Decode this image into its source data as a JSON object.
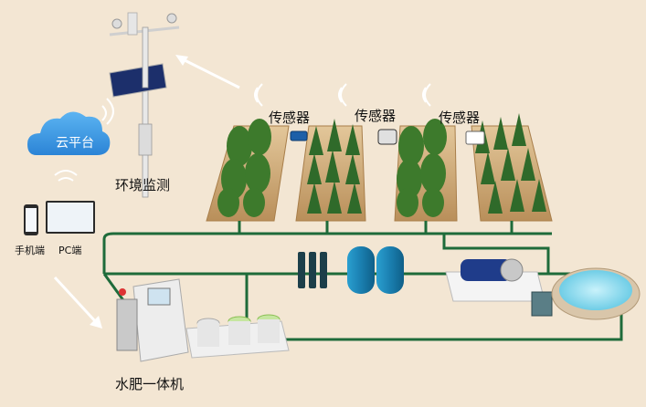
{
  "labels": {
    "sensor_1": "传感器",
    "sensor_2": "传感器",
    "sensor_3": "传感器",
    "environment_monitoring": "环境监测",
    "cloud_platform": "云平台",
    "mobile_terminal": "手机端",
    "pc_terminal": "PC端",
    "fertigation_machine": "水肥一体机"
  },
  "colors": {
    "background": "#f3e6d3",
    "pipe": "#1e6b3a",
    "cloud": "#2d8ee0",
    "tank": "#1f86b8",
    "pool_water": "#9fe0f0",
    "crop_bed": "#d9b98a"
  },
  "icons": {
    "wifi": "wifi-icon",
    "cloud": "cloud-icon",
    "arrow": "arrow-icon"
  }
}
